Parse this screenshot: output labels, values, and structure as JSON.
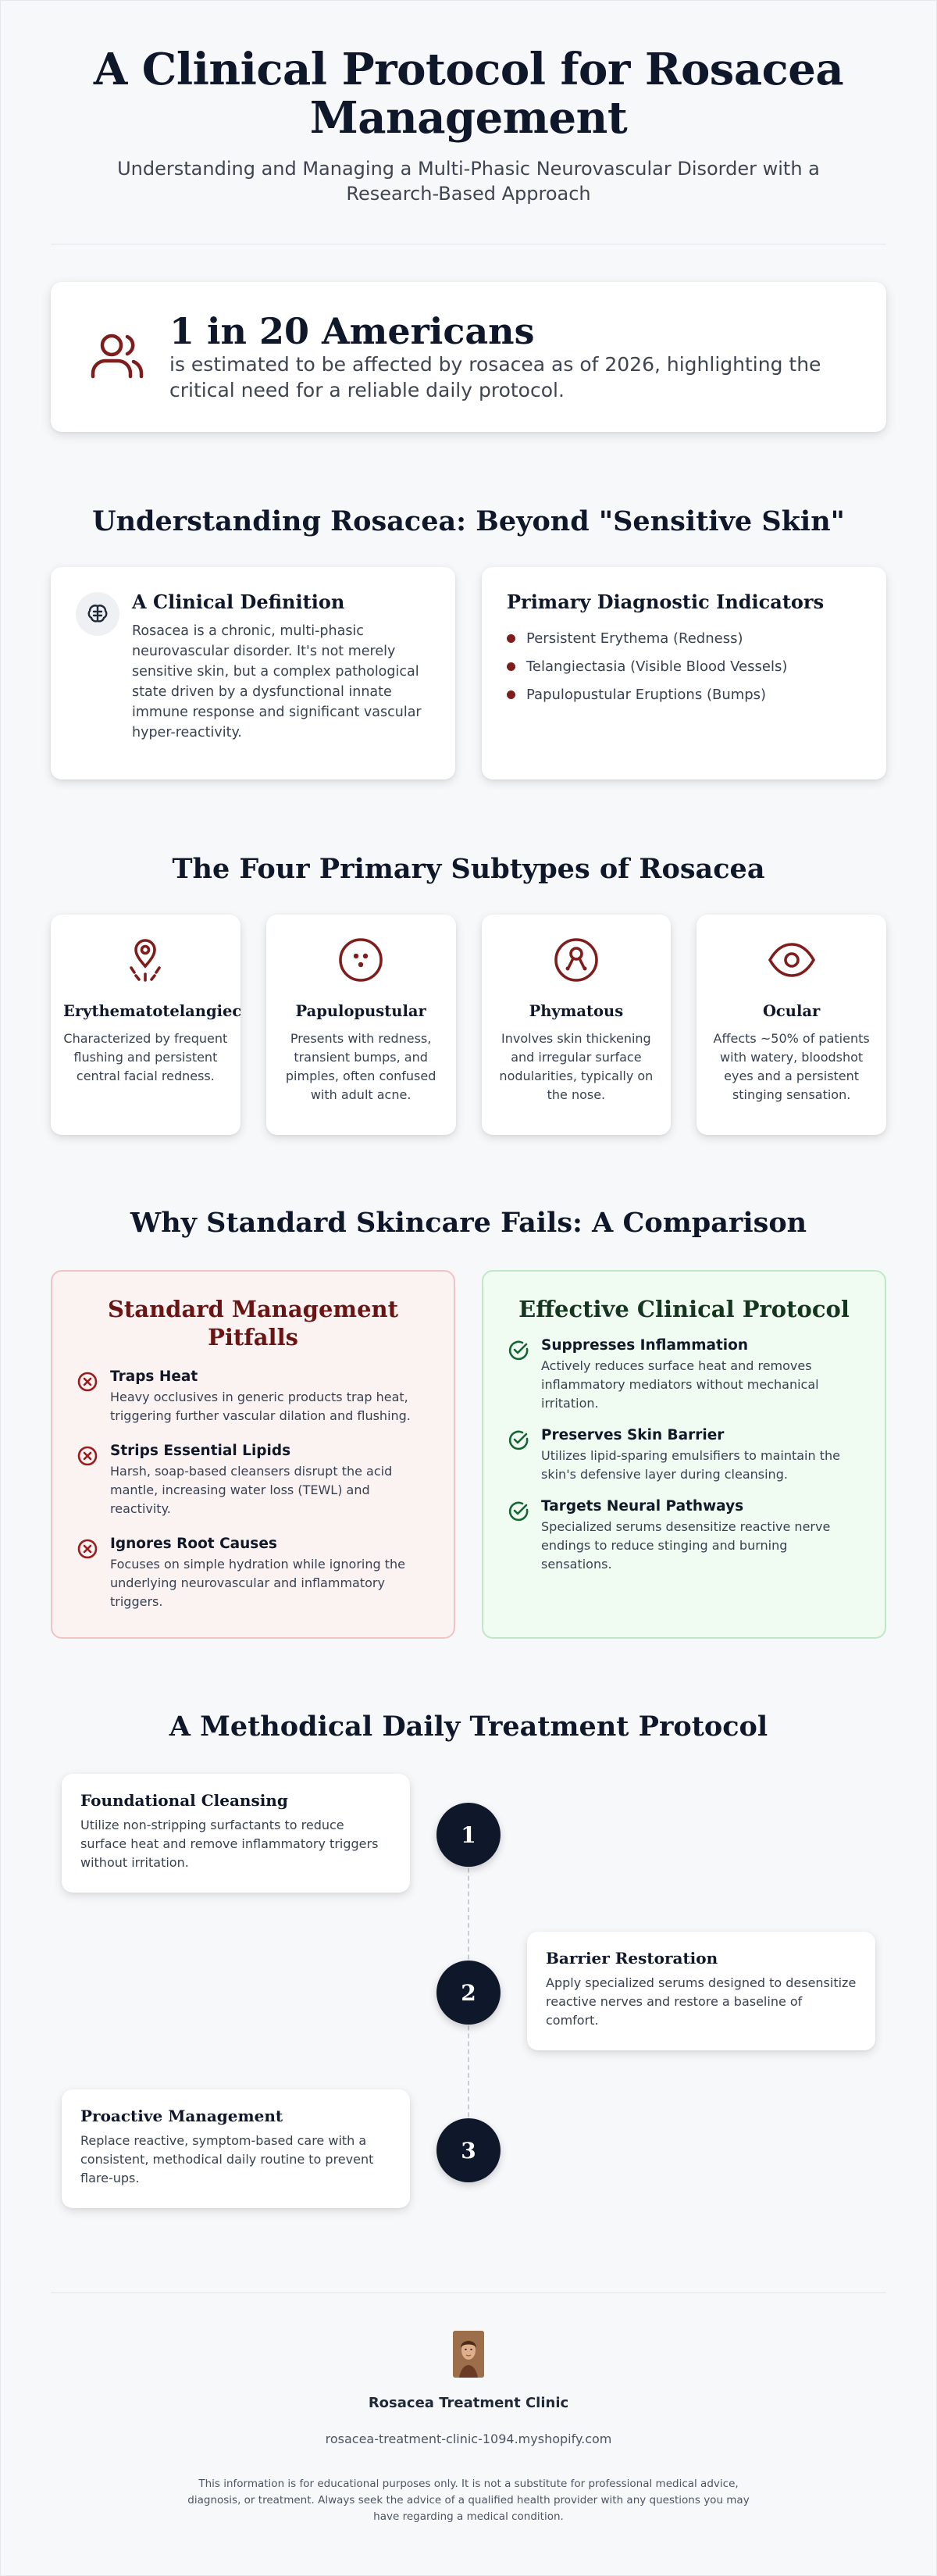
{
  "header": {
    "title": "A Clinical Protocol for Rosacea Management",
    "subtitle": "Understanding and Managing a Multi-Phasic Neurovascular Disorder with a Research-Based Approach"
  },
  "stat": {
    "headline": "1 in 20 Americans",
    "text": "is estimated to be affected by rosacea as of 2026, highlighting the critical need for a reliable daily protocol.",
    "icon": "users-icon"
  },
  "understanding": {
    "title": "Understanding Rosacea: Beyond \"Sensitive Skin\"",
    "definition": {
      "title": "A Clinical Definition",
      "body": "Rosacea is a chronic, multi-phasic neurovascular disorder. It's not merely sensitive skin, but a complex pathological state driven by a dysfunctional innate immune response and significant vascular hyper-reactivity.",
      "icon": "brain-icon"
    },
    "indicators": {
      "title": "Primary Diagnostic Indicators",
      "items": [
        "Persistent Erythema (Redness)",
        "Telangiectasia (Visible Blood Vessels)",
        "Papulopustular Eruptions (Bumps)"
      ]
    }
  },
  "subtypes": {
    "title": "The Four Primary Subtypes of Rosacea",
    "items": [
      {
        "name": "Erythematotelangiectatic",
        "desc": "Characterized by frequent flushing and persistent central facial redness.",
        "icon": "location-flush-icon"
      },
      {
        "name": "Papulopustular",
        "desc": "Presents with redness, transient bumps, and pimples, often confused with adult acne.",
        "icon": "dots-circle-icon"
      },
      {
        "name": "Phymatous",
        "desc": "Involves skin thickening and irregular surface nodularities, typically on the nose.",
        "icon": "nodule-circle-icon"
      },
      {
        "name": "Ocular",
        "desc": "Affects ~50% of patients with watery, bloodshot eyes and a persistent stinging sensation.",
        "icon": "eye-icon"
      }
    ]
  },
  "comparison": {
    "title": "Why Standard Skincare Fails: A Comparison",
    "standard": {
      "title": "Standard Management Pitfalls",
      "items": [
        {
          "title": "Traps Heat",
          "desc": "Heavy occlusives in generic products trap heat, triggering further vascular dilation and flushing."
        },
        {
          "title": "Strips Essential Lipids",
          "desc": "Harsh, soap-based cleansers disrupt the acid mantle, increasing water loss (TEWL) and reactivity."
        },
        {
          "title": "Ignores Root Causes",
          "desc": "Focuses on simple hydration while ignoring the underlying neurovascular and inflammatory triggers."
        }
      ]
    },
    "clinical": {
      "title": "Effective Clinical Protocol",
      "items": [
        {
          "title": "Suppresses Inflammation",
          "desc": "Actively reduces surface heat and removes inflammatory mediators without mechanical irritation."
        },
        {
          "title": "Preserves Skin Barrier",
          "desc": "Utilizes lipid-sparing emulsifiers to maintain the skin's defensive layer during cleansing."
        },
        {
          "title": "Targets Neural Pathways",
          "desc": "Specialized serums desensitize reactive nerve endings to reduce stinging and burning sensations."
        }
      ]
    },
    "colors": {
      "bad": "#7f1d1d",
      "good": "#166534"
    }
  },
  "protocol": {
    "title": "A Methodical Daily Treatment Protocol",
    "steps": [
      {
        "num": "1",
        "title": "Foundational Cleansing",
        "desc": "Utilize non-stripping surfactants to reduce surface heat and remove inflammatory triggers without irritation."
      },
      {
        "num": "2",
        "title": "Barrier Restoration",
        "desc": "Apply specialized serums designed to desensitize reactive nerves and restore a baseline of comfort."
      },
      {
        "num": "3",
        "title": "Proactive Management",
        "desc": "Replace reactive, symptom-based care with a consistent, methodical daily routine to prevent flare-ups."
      }
    ]
  },
  "footer": {
    "clinic": "Rosacea Treatment Clinic",
    "url": "rosacea-treatment-clinic-1094.myshopify.com",
    "disclaimer": "This information is for educational purposes only. It is not a substitute for professional medical advice, diagnosis, or treatment. Always seek the advice of a qualified health provider with any questions you may have regarding a medical condition."
  },
  "theme": {
    "accent": "#7f1d1d",
    "dark": "#0f172a",
    "background": "#f7f8fa"
  }
}
